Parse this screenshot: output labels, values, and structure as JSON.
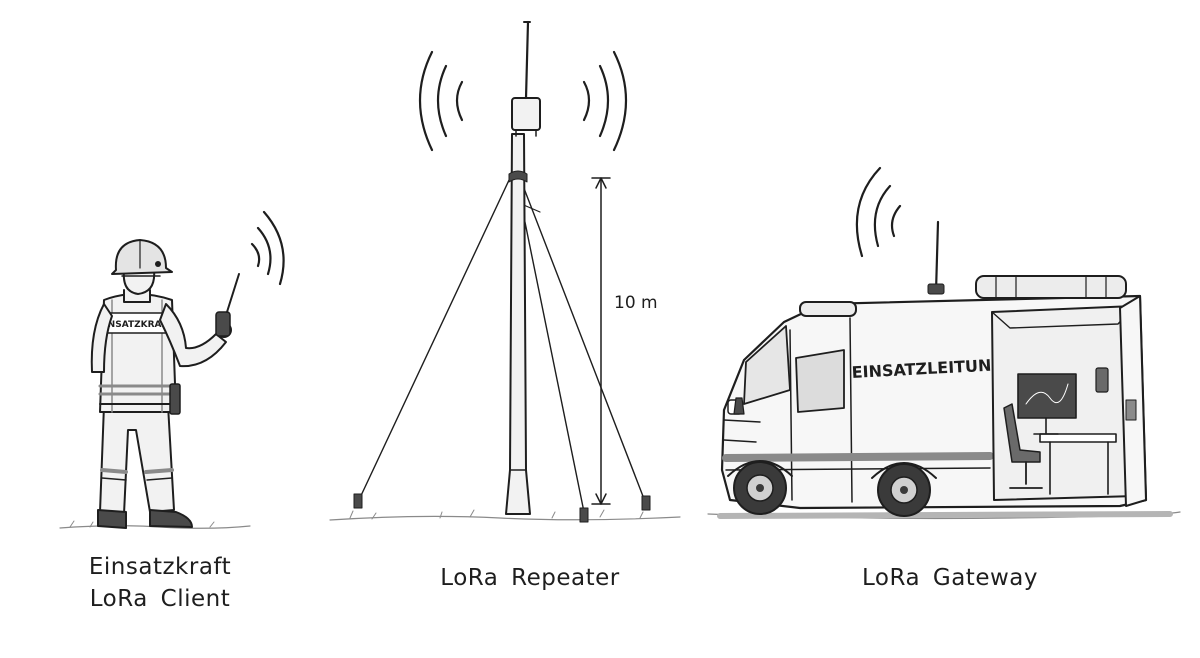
{
  "client": {
    "caption_line1": "Einsatzkraft",
    "caption_line2": "LoRa Client",
    "vest_label": "EINSATZKRAFT"
  },
  "repeater": {
    "caption": "LoRa Repeater",
    "height_label": "10 m"
  },
  "gateway": {
    "caption": "LoRa Gateway",
    "van_label": "EINSATZLEITUNG"
  },
  "colors": {
    "ink": "#1e1e1e",
    "shade": "#8a8a8a",
    "light_fill": "#f2f2f2",
    "paper": "#ffffff"
  }
}
